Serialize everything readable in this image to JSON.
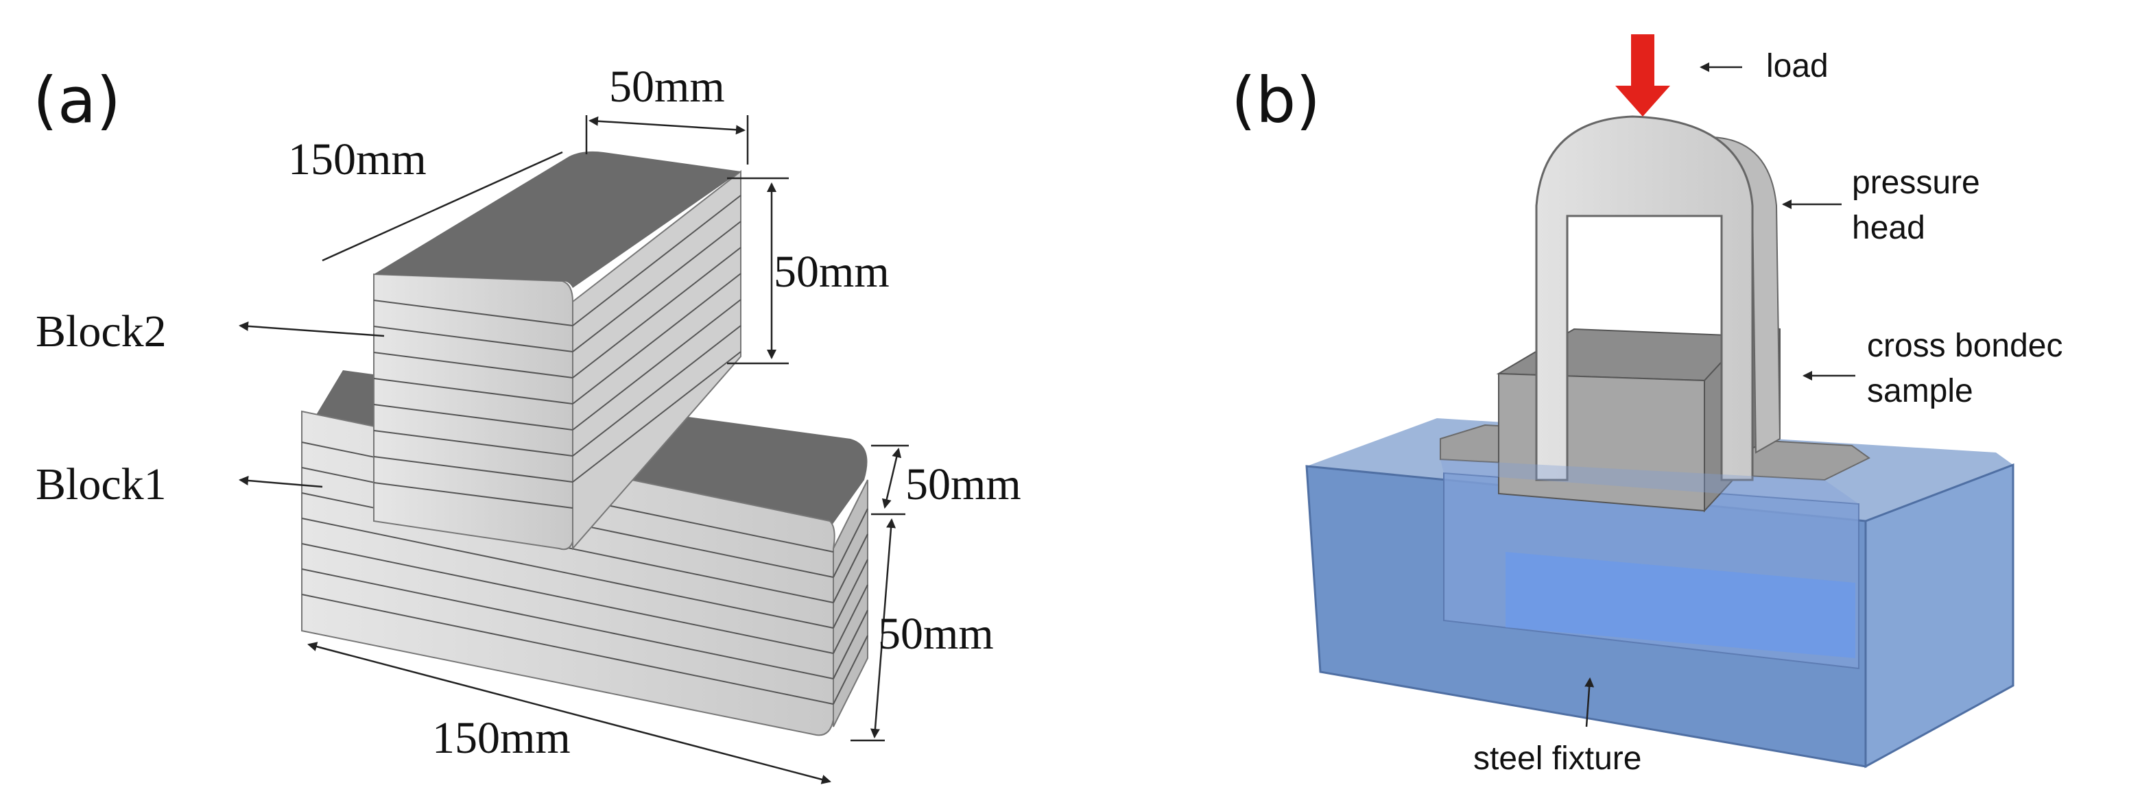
{
  "panel_a": {
    "label": "(a)",
    "dim_top_width": "50mm",
    "dim_top_length": "150mm",
    "dim_top_height": "50mm",
    "dim_bottom_width": "50mm",
    "dim_bottom_height": "50mm",
    "dim_bottom_length": "150mm",
    "block2_label": "Block2",
    "block1_label": "Block1"
  },
  "panel_b": {
    "label": "(b)",
    "load_label": "load",
    "pressure_head_line1": "pressure",
    "pressure_head_line2": "head",
    "sample_line1": "cross bondec",
    "sample_line2": "sample",
    "fixture_label": "steel fixture"
  },
  "colors": {
    "block_top": "#6b6b6b",
    "block_side": "#d9d9d9",
    "fixture_blue": "#6f93c9",
    "load_arrow": "#e3221b"
  }
}
